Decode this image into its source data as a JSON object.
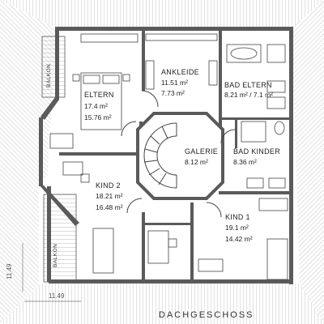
{
  "rooms": {
    "eltern": {
      "name": "ELTERN",
      "area1": "17.4 m²",
      "area2": "15.76 m²"
    },
    "ankleide": {
      "name": "ANKLEIDE",
      "area1": "11.51 m²",
      "area2": "7.73 m²"
    },
    "bad_eltern": {
      "name": "BAD ELTERN",
      "area1": "8.21 m² / 7.1 m²"
    },
    "galerie": {
      "name": "GALERIE",
      "area1": "8.12 m²"
    },
    "bad_kinder": {
      "name": "BAD KINDER",
      "area1": "8.36 m²"
    },
    "kind2": {
      "name": "KIND 2",
      "area1": "18.21 m²",
      "area2": "16.48 m²"
    },
    "kind1": {
      "name": "KIND 1",
      "area1": "19.1 m²",
      "area2": "14.42 m²"
    }
  },
  "balcony_left_top": "BALKON",
  "balcony_left_bottom": "BALKON",
  "dimension_vertical": "11.49",
  "dimension_horizontal": "11.49",
  "title": "DACHGESCHOSS",
  "colors": {
    "wall": "#5a5a5a",
    "line": "#444444",
    "hatch": "#bdbdbd"
  }
}
